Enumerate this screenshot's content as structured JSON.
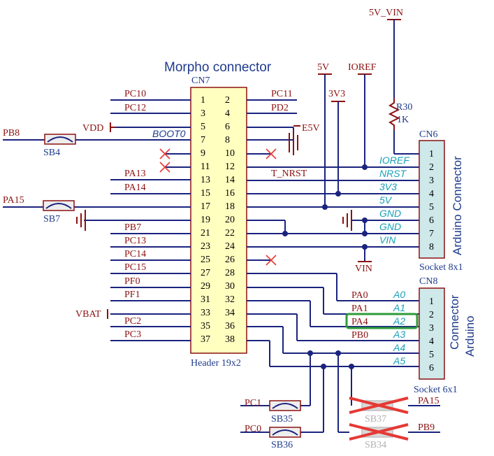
{
  "title": "Morpho connector",
  "cn7": {
    "ref": "CN7",
    "footer": "Header 19x2",
    "pins_left": [
      "1",
      "3",
      "5",
      "7",
      "9",
      "11",
      "13",
      "15",
      "17",
      "19",
      "21",
      "23",
      "25",
      "27",
      "29",
      "31",
      "33",
      "35",
      "37"
    ],
    "pins_right": [
      "2",
      "4",
      "6",
      "8",
      "10",
      "12",
      "14",
      "16",
      "18",
      "20",
      "22",
      "24",
      "26",
      "28",
      "30",
      "32",
      "34",
      "36",
      "38"
    ],
    "left_nets": [
      "PC10",
      "PC12",
      "VDD",
      "BOOT0",
      "PA13",
      "PA14",
      "PB7",
      "PC13",
      "PC14",
      "PC15",
      "PF0",
      "PF1",
      "VBAT",
      "PC2",
      "PC3"
    ],
    "right_nets": [
      "PC11",
      "PD2",
      "E5V",
      "T_NRST"
    ]
  },
  "solder_bridges": [
    "SB4",
    "SB7",
    "SB35",
    "SB36"
  ],
  "sb_nets": [
    "PB8",
    "PA15",
    "PC1",
    "PC0"
  ],
  "removed_bridges": [
    {
      "ref": "SB37",
      "net": "PA15"
    },
    {
      "ref": "SB34",
      "net": "PB9"
    }
  ],
  "power": [
    "5V",
    "IOREF",
    "3V3",
    "5V_VIN",
    "VIN"
  ],
  "resistor": {
    "ref": "R30",
    "value": "1K"
  },
  "cn6": {
    "ref": "CN6",
    "footer": "Socket 8x1",
    "side_label": "Arduino Connector",
    "pins": [
      "1",
      "2",
      "3",
      "4",
      "5",
      "6",
      "7",
      "8"
    ],
    "signals": [
      "IOREF",
      "NRST",
      "3V3",
      "5V",
      "GND",
      "GND",
      "VIN"
    ]
  },
  "cn8": {
    "ref": "CN8",
    "footer": "Socket 6x1",
    "side_label": [
      "Connector",
      "Arduino"
    ],
    "pins": [
      "1",
      "2",
      "3",
      "4",
      "5",
      "6"
    ],
    "nets": [
      "PA0",
      "PA1",
      "PA4",
      "PB0"
    ],
    "signals": [
      "A0",
      "A1",
      "A2",
      "A3",
      "A4",
      "A5"
    ]
  },
  "highlight_color": "#2e9b3a"
}
